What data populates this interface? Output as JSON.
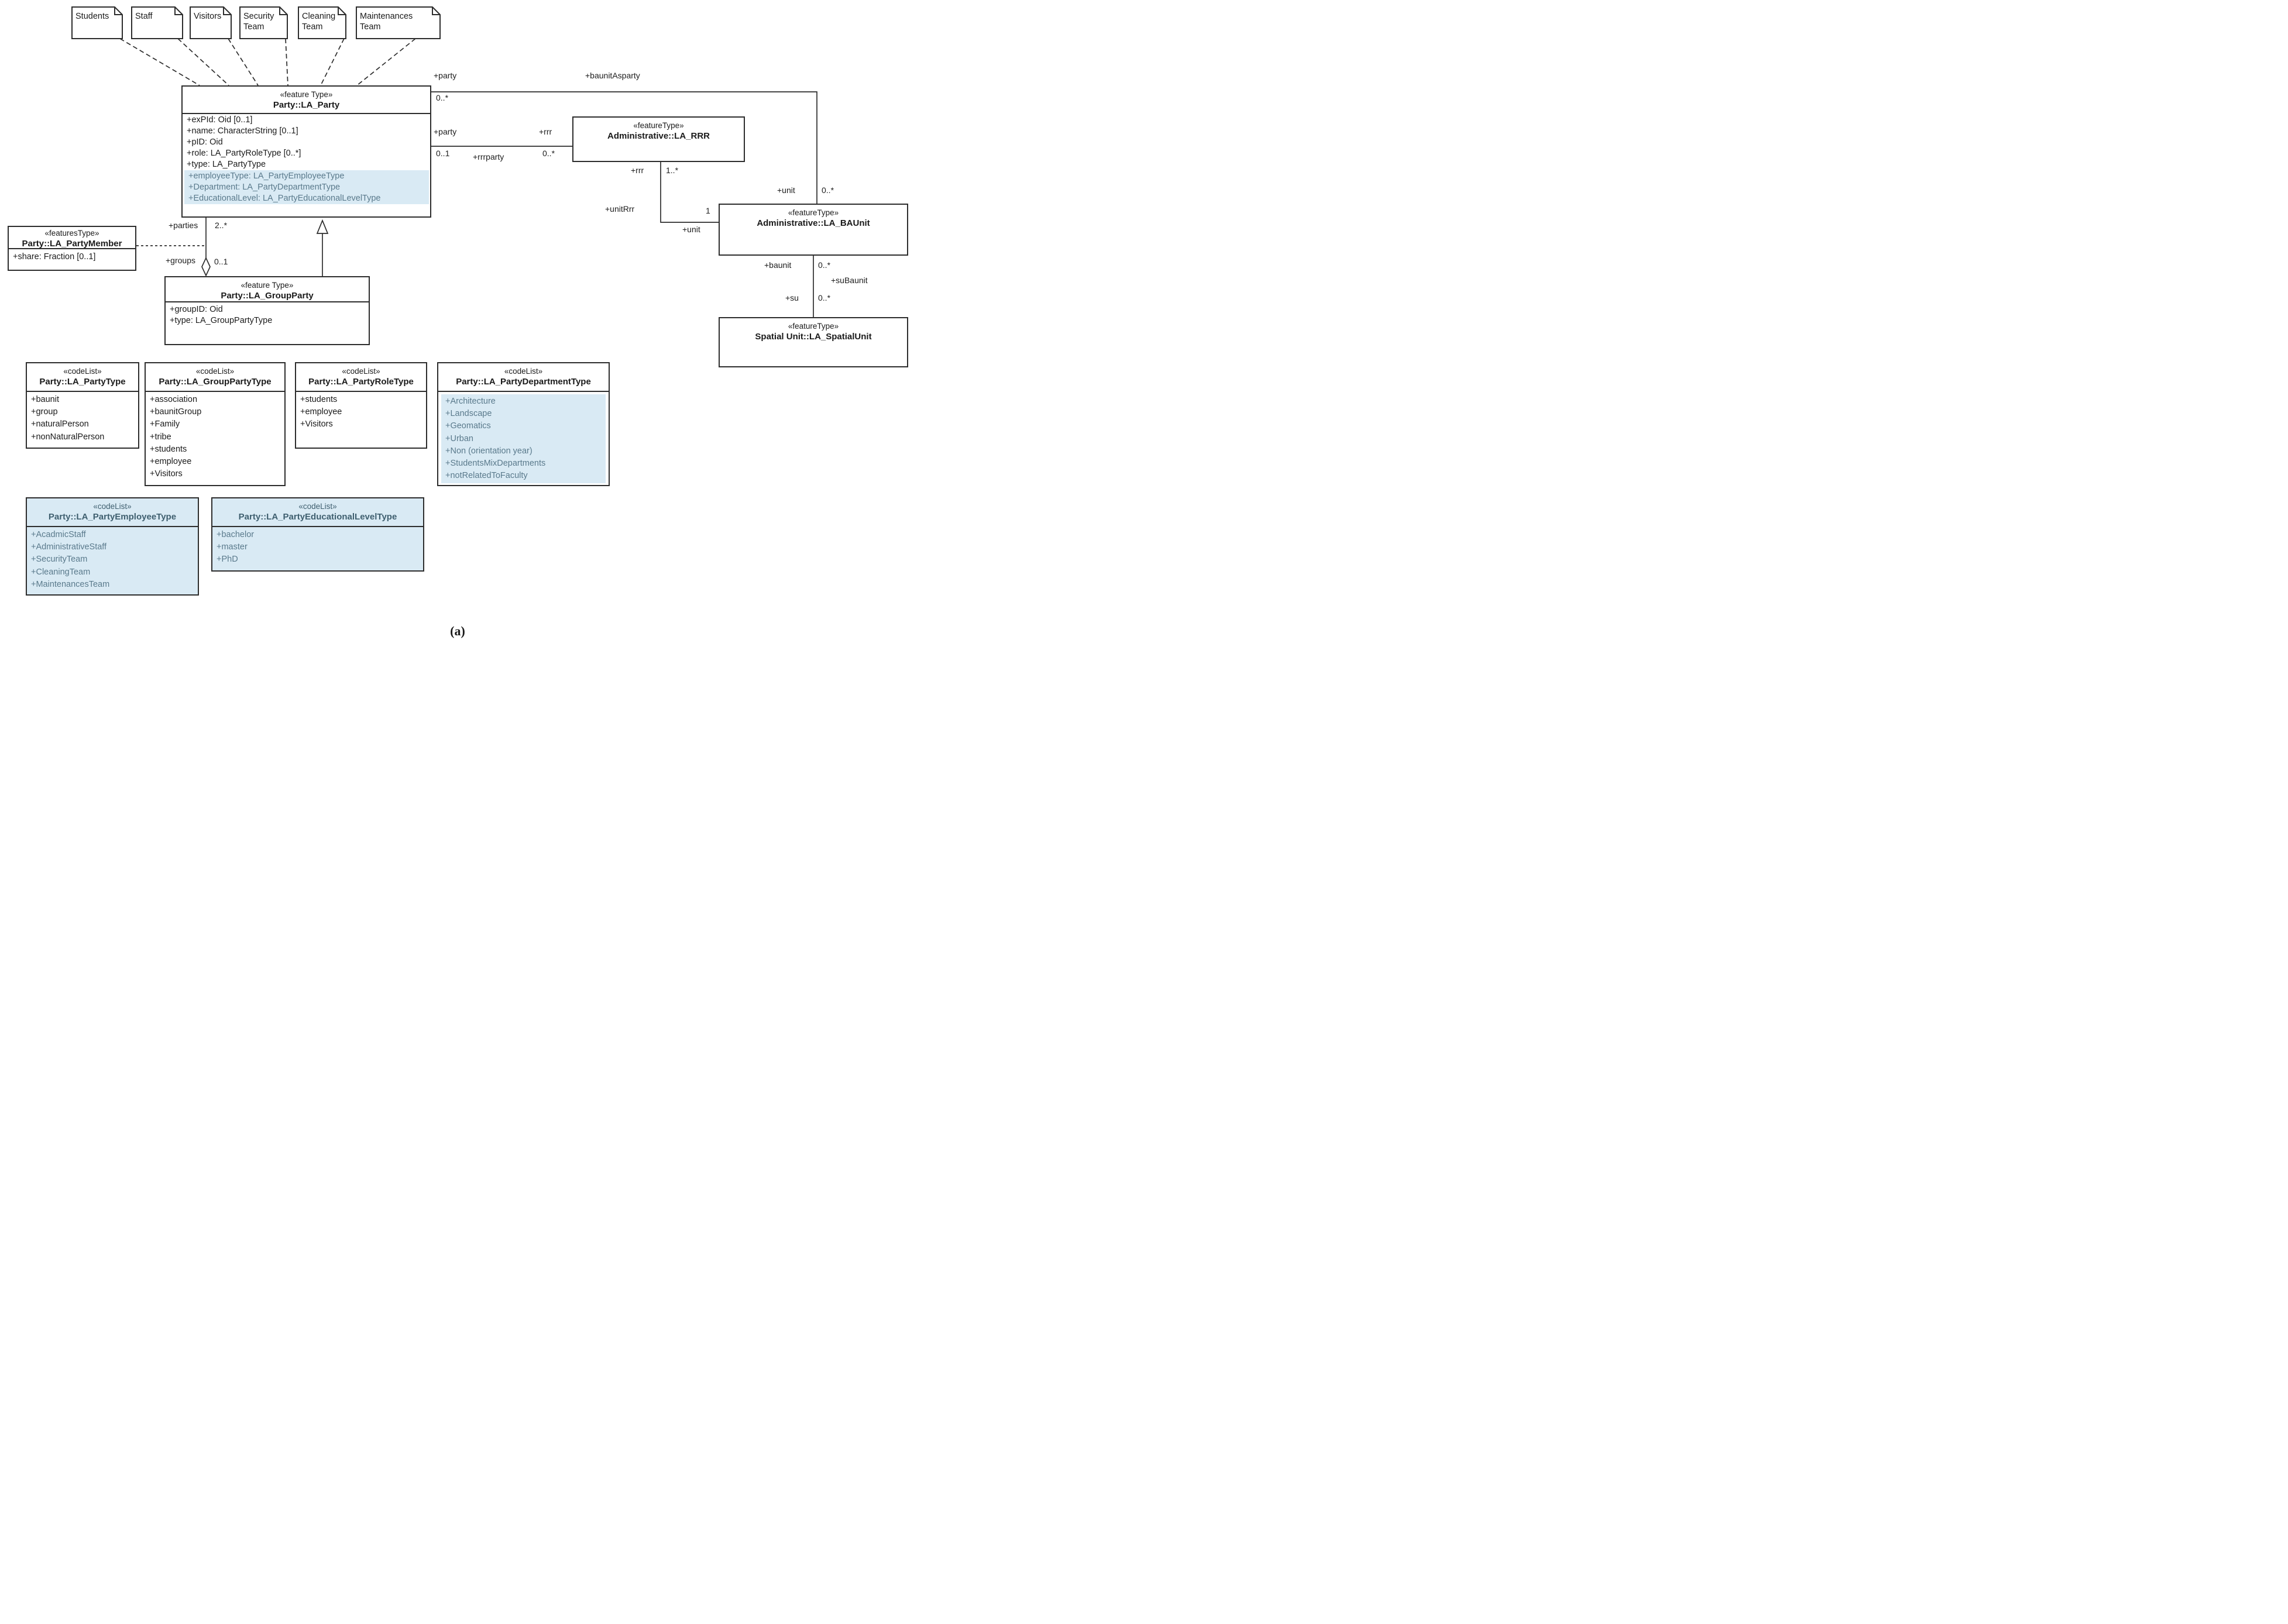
{
  "caption": "(a)",
  "notes": [
    "Students",
    "Staff",
    "Visitors",
    "Security Team",
    "Cleaning Team",
    "Maintenances Team"
  ],
  "classes": {
    "party": {
      "stereotype": "«feature Type»",
      "name": "Party::LA_Party",
      "attributes": [
        "+exPId: Oid [0..1]",
        "+name: CharacterString [0..1]",
        "+pID: Oid",
        "+role: LA_PartyRoleType [0..*]",
        "+type: LA_PartyType"
      ],
      "highlighted_attributes": [
        "+employeeType: LA_PartyEmployeeType",
        "+Department: LA_PartyDepartmentType",
        "+EducationalLevel: LA_PartyEducationalLevelType"
      ]
    },
    "party_member": {
      "stereotype": "«featuresType»",
      "name": "Party::LA_PartyMember",
      "attributes": [
        "+share: Fraction [0..1]"
      ]
    },
    "group_party": {
      "stereotype": "«feature Type»",
      "name": "Party::LA_GroupParty",
      "attributes": [
        "+groupID: Oid",
        "+type: LA_GroupPartyType"
      ]
    },
    "rrr": {
      "stereotype": "«featureType»",
      "name": "Administrative::LA_RRR"
    },
    "baunit": {
      "stereotype": "«featureType»",
      "name": "Administrative::LA_BAUnit"
    },
    "spatial_unit": {
      "stereotype": "«featureType»",
      "name": "Spatial Unit::LA_SpatialUnit"
    }
  },
  "codelists": {
    "party_type": {
      "stereotype": "«codeList»",
      "name": "Party::LA_PartyType",
      "items": [
        "+baunit",
        "+group",
        "+naturalPerson",
        "+nonNaturalPerson"
      ]
    },
    "group_party_type": {
      "stereotype": "«codeList»",
      "name": "Party::LA_GroupPartyType",
      "items": [
        "+association",
        "+baunitGroup",
        "+Family",
        "+tribe",
        "+students",
        "+employee",
        "+Visitors"
      ]
    },
    "party_role_type": {
      "stereotype": "«codeList»",
      "name": "Party::LA_PartyRoleType",
      "items": [
        "+students",
        "+employee",
        "+Visitors"
      ]
    },
    "party_department_type": {
      "stereotype": "«codeList»",
      "name": "Party::LA_PartyDepartmentType",
      "items": [
        "+Architecture",
        "+Landscape",
        "+Geomatics",
        "+Urban",
        "+Non (orientation year)",
        "+StudentsMixDepartments",
        "+notRelatedToFaculty"
      ]
    },
    "party_employee_type": {
      "stereotype": "«codeList»",
      "name": "Party::LA_PartyEmployeeType",
      "items": [
        "+AcadmicStaff",
        "+AdministrativeStaff",
        "+SecurityTeam",
        "+CleaningTeam",
        "+MaintenancesTeam"
      ]
    },
    "party_educational_level_type": {
      "stereotype": "«codeList»",
      "name": "Party::LA_PartyEducationalLevelType",
      "items": [
        "+bachelor",
        "+master",
        "+PhD"
      ]
    }
  },
  "labels": {
    "parties": "+parties",
    "mult_parties": "2..*",
    "groups": "+groups",
    "mult_groups": "0..1",
    "party_a": "+party",
    "mult_party_a": "0..*",
    "baunit_as_party": "+baunitAsparty",
    "unit_a": "+unit",
    "mult_unit_a": "0..*",
    "party_b": "+party",
    "mult_party_b": "0..1",
    "rrr_b": "+rrr",
    "mult_rrr_b": "0..*",
    "rrrparty": "+rrrparty",
    "rrr_c": "+rrr",
    "mult_rrr_c": "1..*",
    "unit_rrr": "+unitRrr",
    "mult_one": "1",
    "unit_c": "+unit",
    "baunit_d": "+baunit",
    "mult_baunit_d": "0..*",
    "su_baunit": "+suBaunit",
    "su_d": "+su",
    "mult_su_d": "0..*"
  },
  "colors": {
    "highlight": "#d9eaf4",
    "highlight_text": "#5a7a8c",
    "highlight_title": "#3f5f6f",
    "line": "#2d2d2d"
  }
}
